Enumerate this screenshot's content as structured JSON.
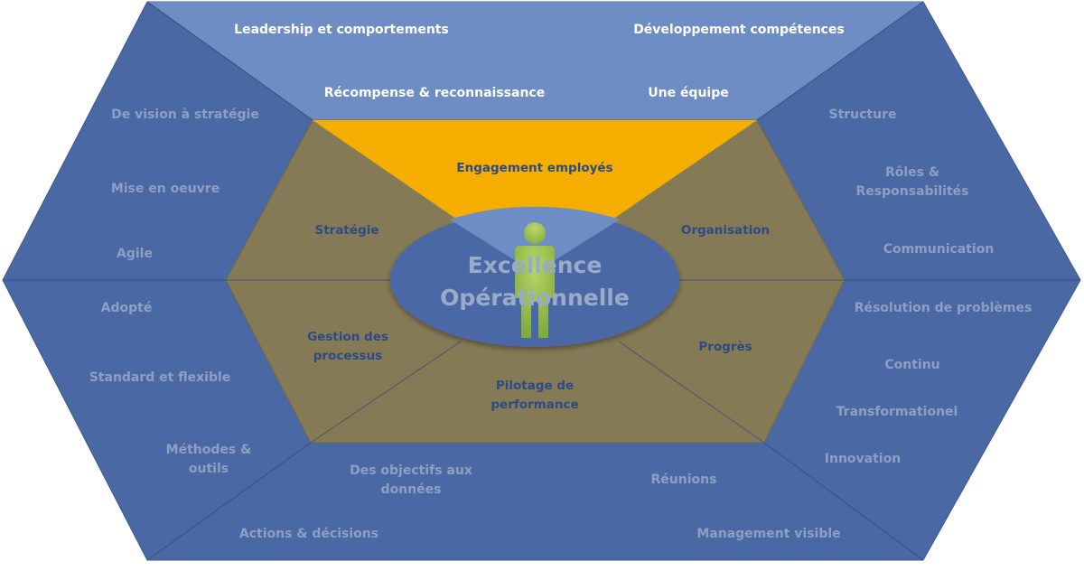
{
  "top_section": {
    "items": [
      "Leadership et comportements",
      "Développement compétences",
      "Récompense & reconnaissance",
      "Une équipe"
    ]
  },
  "engagement": {
    "label": "Engagement employés"
  },
  "strategie": {
    "label": "Stratégie",
    "items": [
      "De vision à stratégie",
      "Mise en oeuvre",
      "Agile"
    ]
  },
  "organisation": {
    "label": "Organisation",
    "items": [
      "Structure",
      "Rôles &\nResponsabilités",
      "Communication"
    ]
  },
  "processus": {
    "label": "Gestion des\nprocessus",
    "items": [
      "Adopté",
      "Standard et flexible",
      "Méthodes &\noutils"
    ]
  },
  "progres": {
    "label": "Progrès",
    "items": [
      "Résolution de problèmes",
      "Continu",
      "Transformationel",
      "Innovation"
    ]
  },
  "pilotage": {
    "label": "Pilotage de\nperformance",
    "items": [
      "Des objectifs aux\ndonnées",
      "Réunions",
      "Actions & décisions",
      "Management visible"
    ]
  },
  "center": {
    "label": "Excellence\nOpérationnelle"
  },
  "colors": {
    "outer_blue": "#4a68a3",
    "top_blue": "#6e8dc5",
    "olive": "#857a56",
    "engagement_orange": "#f5ae00",
    "ellipse": "#4b68a6",
    "figure_green": "#a6cf42"
  }
}
